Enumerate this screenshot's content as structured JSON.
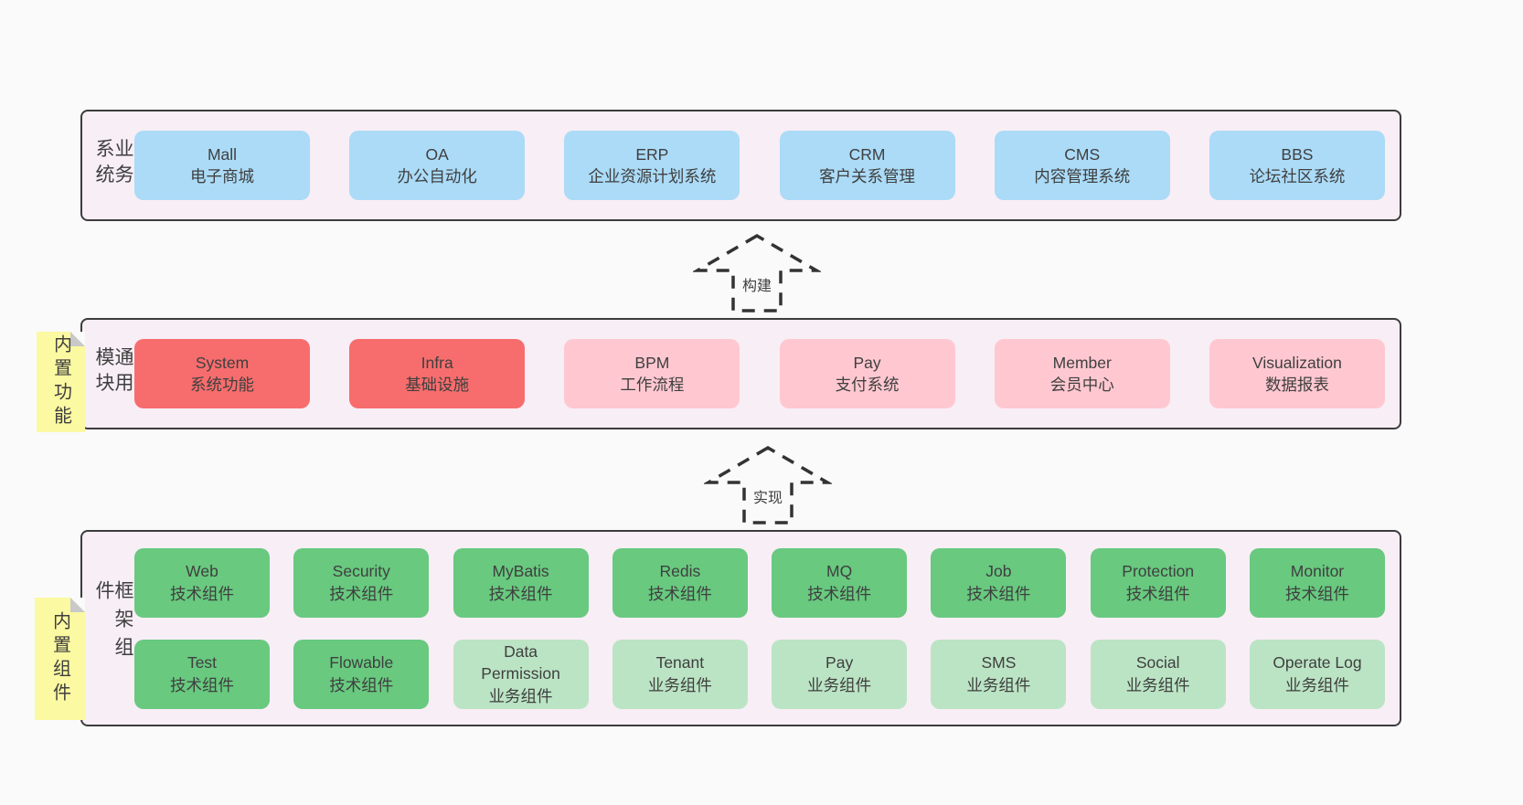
{
  "colors": {
    "page_bg": "#fafafa",
    "panel_bg": "#f8eef6",
    "panel_border": "#3c3c3c",
    "blue": "#abdbf7",
    "red": "#f76d6d",
    "pink": "#ffc8d1",
    "green": "#68c97f",
    "lightgreen": "#bbe4c4",
    "sticky_yellow": "#fbf9a1",
    "sticky_fold": "#c9c9c9",
    "arrow_stroke": "#333333",
    "text": "#3f3f3f"
  },
  "sections": {
    "business": {
      "side_label": "业务系统",
      "rows": [
        [
          {
            "title": "Mall",
            "subtitle": "电子商城",
            "variant": "blue"
          },
          {
            "title": "OA",
            "subtitle": "办公自动化",
            "variant": "blue"
          },
          {
            "title": "ERP",
            "subtitle": "企业资源计划系统",
            "variant": "blue"
          },
          {
            "title": "CRM",
            "subtitle": "客户关系管理",
            "variant": "blue"
          },
          {
            "title": "CMS",
            "subtitle": "内容管理系统",
            "variant": "blue"
          },
          {
            "title": "BBS",
            "subtitle": "论坛社区系统",
            "variant": "blue"
          }
        ]
      ]
    },
    "modules": {
      "side_label": "通用模块",
      "sticky_label": "内置功能",
      "rows": [
        [
          {
            "title": "System",
            "subtitle": "系统功能",
            "variant": "red"
          },
          {
            "title": "Infra",
            "subtitle": "基础设施",
            "variant": "red"
          },
          {
            "title": "BPM",
            "subtitle": "工作流程",
            "variant": "pink"
          },
          {
            "title": "Pay",
            "subtitle": "支付系统",
            "variant": "pink"
          },
          {
            "title": "Member",
            "subtitle": "会员中心",
            "variant": "pink"
          },
          {
            "title": "Visualization",
            "subtitle": "数据报表",
            "variant": "pink"
          }
        ]
      ]
    },
    "components": {
      "side_label": "框架组件",
      "sticky_label": "内置组件",
      "rows": [
        [
          {
            "title": "Web",
            "subtitle": "技术组件",
            "variant": "green"
          },
          {
            "title": "Security",
            "subtitle": "技术组件",
            "variant": "green"
          },
          {
            "title": "MyBatis",
            "subtitle": "技术组件",
            "variant": "green"
          },
          {
            "title": "Redis",
            "subtitle": "技术组件",
            "variant": "green"
          },
          {
            "title": "MQ",
            "subtitle": "技术组件",
            "variant": "green"
          },
          {
            "title": "Job",
            "subtitle": "技术组件",
            "variant": "green"
          },
          {
            "title": "Protection",
            "subtitle": "技术组件",
            "variant": "green"
          },
          {
            "title": "Monitor",
            "subtitle": "技术组件",
            "variant": "green"
          }
        ],
        [
          {
            "title": "Test",
            "subtitle": "技术组件",
            "variant": "green"
          },
          {
            "title": "Flowable",
            "subtitle": "技术组件",
            "variant": "green"
          },
          {
            "title": "Data\nPermission",
            "subtitle": "业务组件",
            "variant": "lightgreen"
          },
          {
            "title": "Tenant",
            "subtitle": "业务组件",
            "variant": "lightgreen"
          },
          {
            "title": "Pay",
            "subtitle": "业务组件",
            "variant": "lightgreen"
          },
          {
            "title": "SMS",
            "subtitle": "业务组件",
            "variant": "lightgreen"
          },
          {
            "title": "Social",
            "subtitle": "业务组件",
            "variant": "lightgreen"
          },
          {
            "title": "Operate Log",
            "subtitle": "业务组件",
            "variant": "lightgreen"
          }
        ]
      ]
    }
  },
  "arrows": [
    {
      "label": "构建"
    },
    {
      "label": "实现"
    }
  ]
}
